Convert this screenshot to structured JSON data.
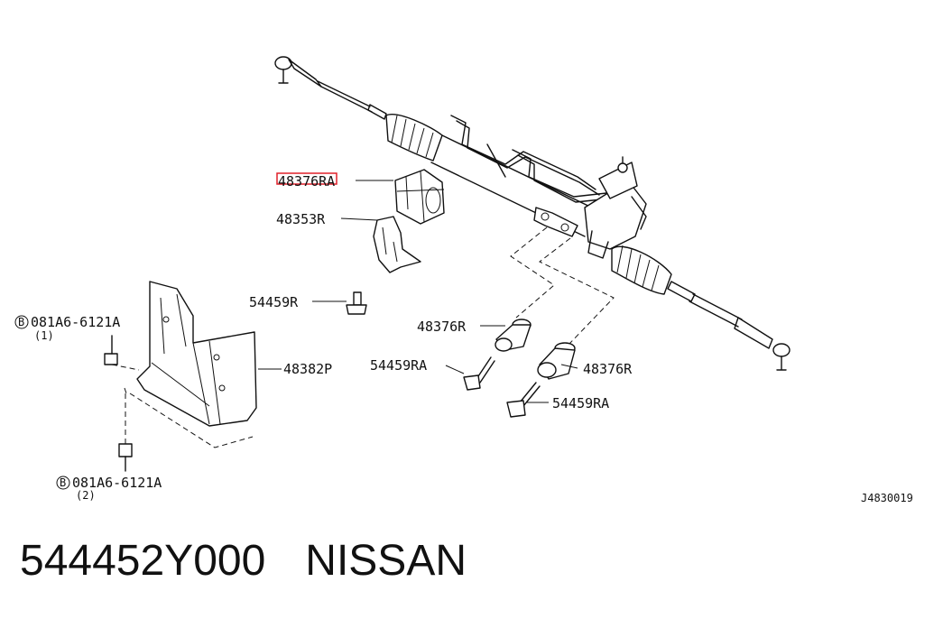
{
  "diagram": {
    "callouts": [
      {
        "id": "c1",
        "label": "48376RA"
      },
      {
        "id": "c2",
        "label": "48353R"
      },
      {
        "id": "c3",
        "label": "54459R"
      },
      {
        "id": "c4",
        "label": "48376R"
      },
      {
        "id": "c5",
        "label": "54459RA"
      },
      {
        "id": "c6",
        "label": "48376R"
      },
      {
        "id": "c7",
        "label": "54459RA"
      },
      {
        "id": "c8",
        "label": "48382P"
      },
      {
        "id": "c9",
        "label": "081A6-6121A",
        "prefix": "B",
        "qty": "(1)"
      },
      {
        "id": "c10",
        "label": "081A6-6121A",
        "prefix": "B",
        "qty": "(2)"
      }
    ],
    "reference_code": "J4830019",
    "highlight_color": "#e0202a"
  },
  "footer": {
    "part_number": "544452Y000",
    "brand": "NISSAN"
  }
}
